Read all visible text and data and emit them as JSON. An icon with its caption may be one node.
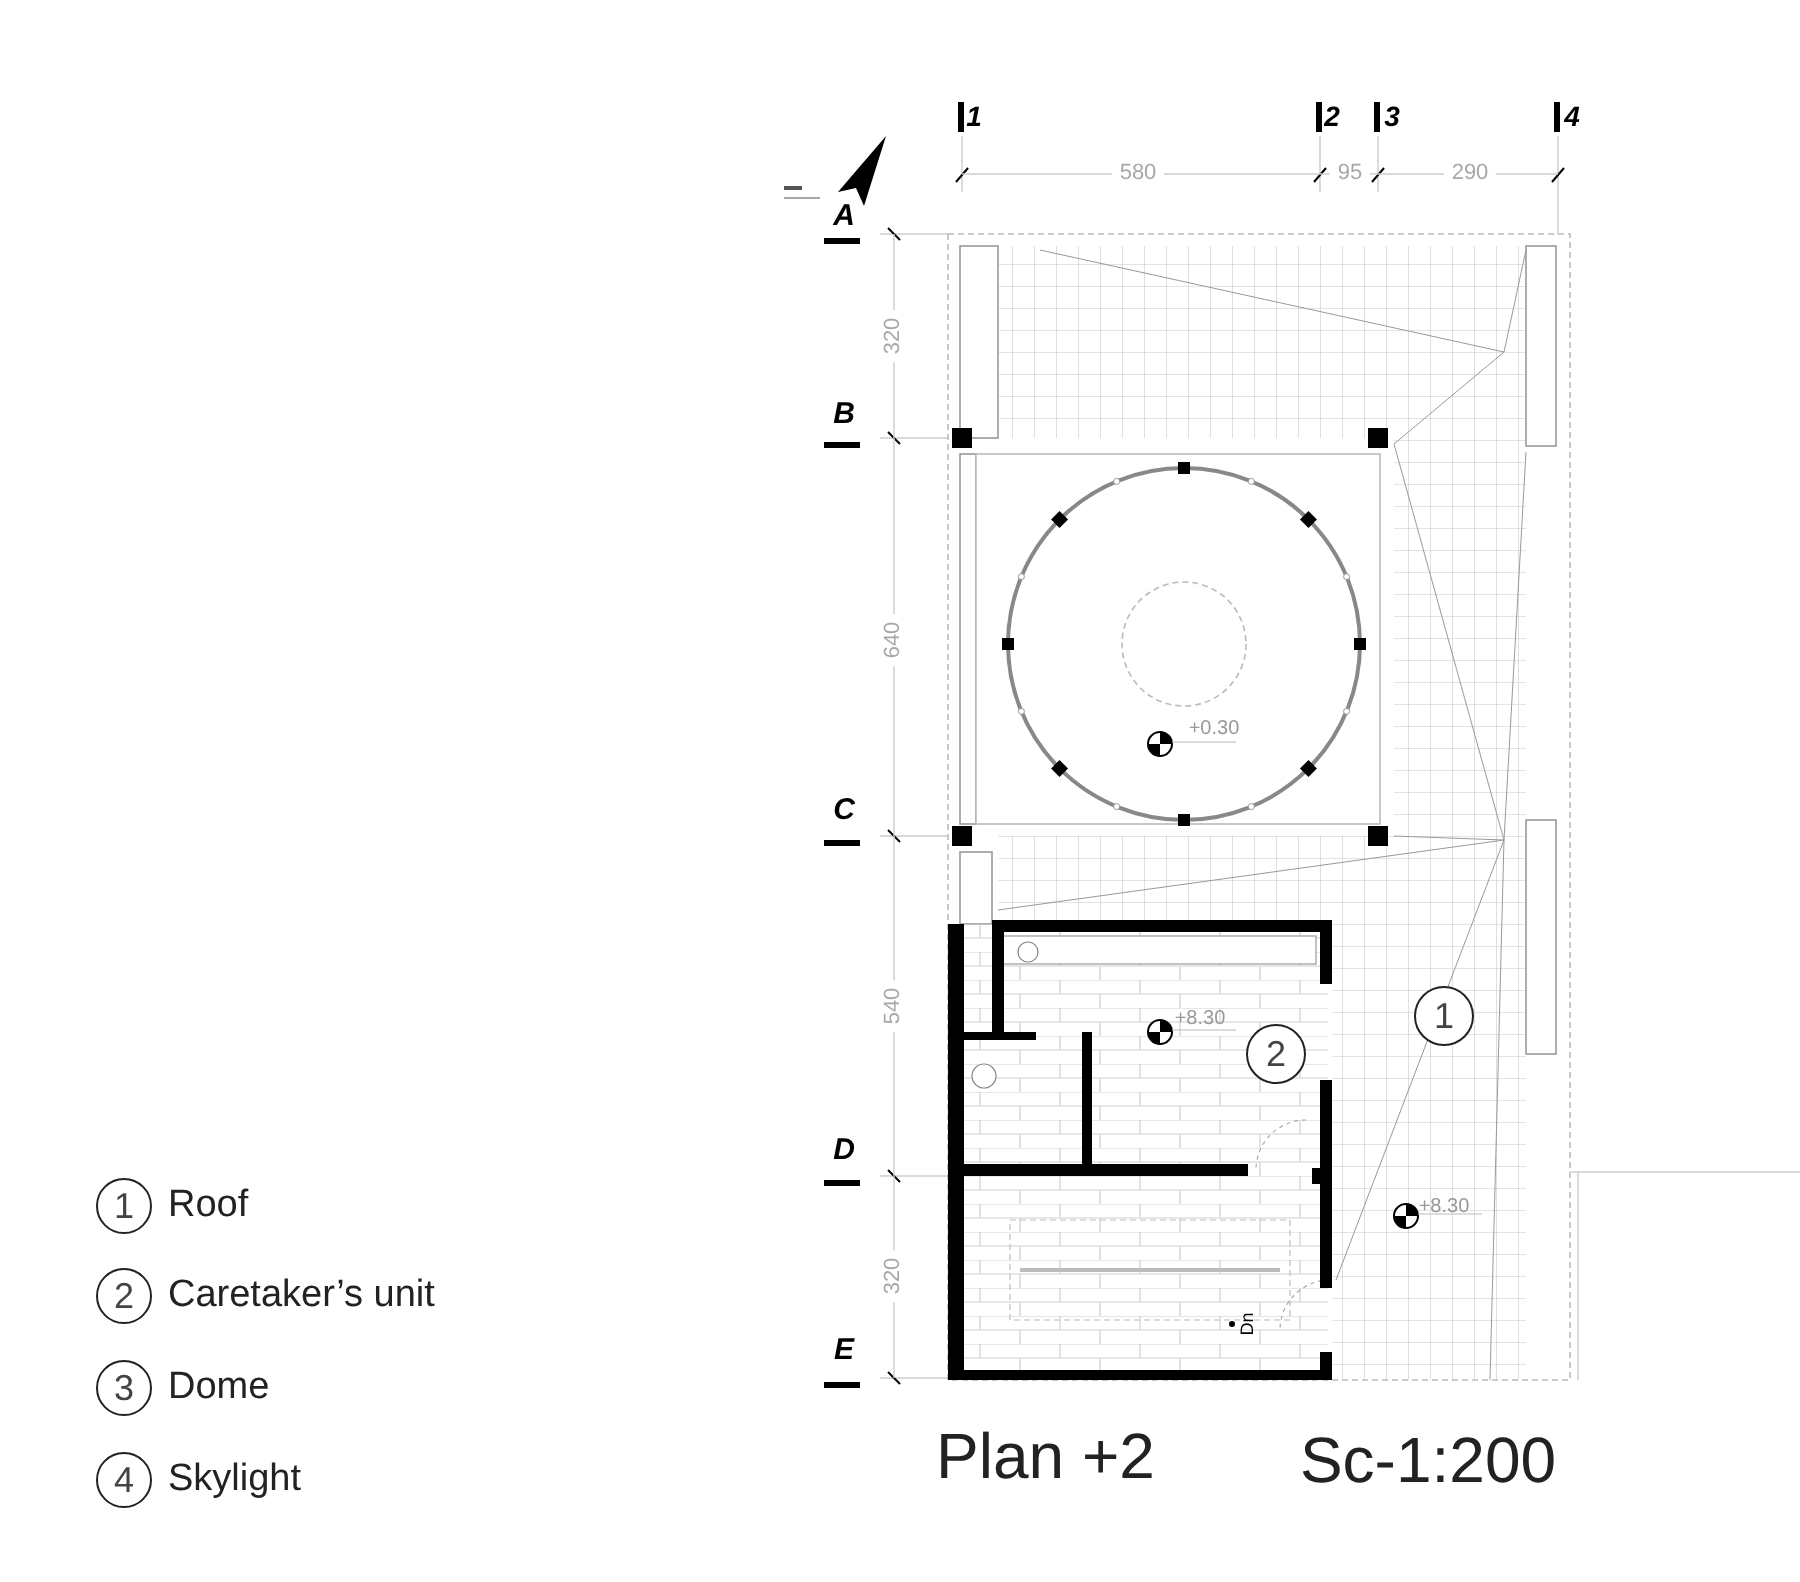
{
  "diagram": {
    "title": "Plan +2",
    "nodes": [
      {
        "text": [
          "1"
        ]
      },
      {
        "text": [
          "2"
        ]
      },
      {
        "text": [
          "1"
        ],
        "beside": [
          "Roof"
        ]
      },
      {
        "text": [
          "2"
        ],
        "beside": [
          "Caretaker’s unit"
        ]
      },
      {
        "text": [
          "3"
        ],
        "beside": [
          "Dome"
        ]
      },
      {
        "text": [
          "4"
        ],
        "beside": [
          "Skylight"
        ]
      }
    ],
    "labels": [
      "1",
      "2",
      "3",
      "4",
      "580",
      "95",
      "290",
      "A",
      "320",
      "B",
      "640",
      "+0.30",
      "C",
      "540",
      "+8.30",
      "D",
      "+8.30",
      "320",
      "Dn",
      "E",
      "Sc-1:200"
    ]
  }
}
